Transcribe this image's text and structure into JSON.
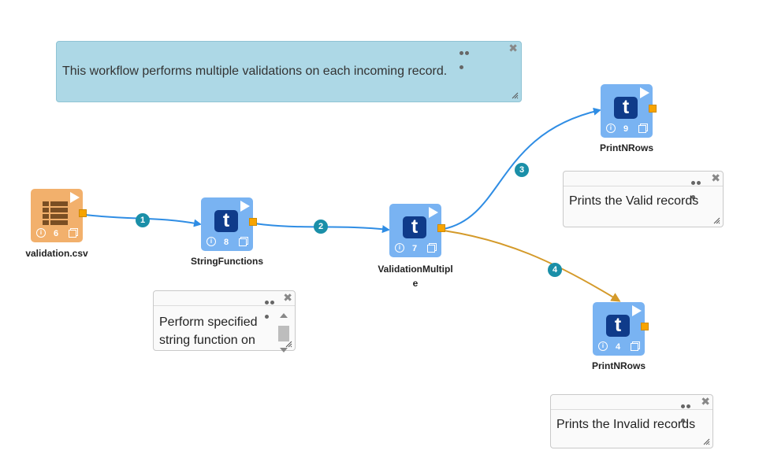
{
  "notes": [
    {
      "id": "workflow-description",
      "text": "This workflow performs multiple validations on each incoming record."
    },
    {
      "id": "stringfunctions-note",
      "text": "Perform specified string function on"
    },
    {
      "id": "valid-note",
      "text": "Prints the Valid records"
    },
    {
      "id": "invalid-note",
      "text": "Prints the Invalid records"
    }
  ],
  "nodes": [
    {
      "label": "validation.csv",
      "id_number": "6",
      "icon": "table-icon"
    },
    {
      "label": "StringFunctions",
      "id_number": "8",
      "icon": "t-logo-icon"
    },
    {
      "label": "ValidationMultiple",
      "id_number": "7",
      "icon": "t-logo-icon"
    },
    {
      "label": "PrintNRows",
      "id_number": "9",
      "icon": "t-logo-icon"
    },
    {
      "label": "PrintNRows",
      "id_number": "4",
      "icon": "t-logo-icon"
    }
  ],
  "edges": [
    {
      "number": "1",
      "color": "#2f8de4"
    },
    {
      "number": "2",
      "color": "#2f8de4"
    },
    {
      "number": "3",
      "color": "#2f8de4"
    },
    {
      "number": "4",
      "color": "#d49a2a"
    }
  ],
  "icons": {
    "node_logo_letter": "t",
    "info": "i"
  },
  "colors": {
    "note_highlight": "#add8e6",
    "node_blue": "#79b3f2",
    "node_csv": "#f2b06c",
    "port": "#f7a400",
    "badge": "#1a8fa8"
  }
}
